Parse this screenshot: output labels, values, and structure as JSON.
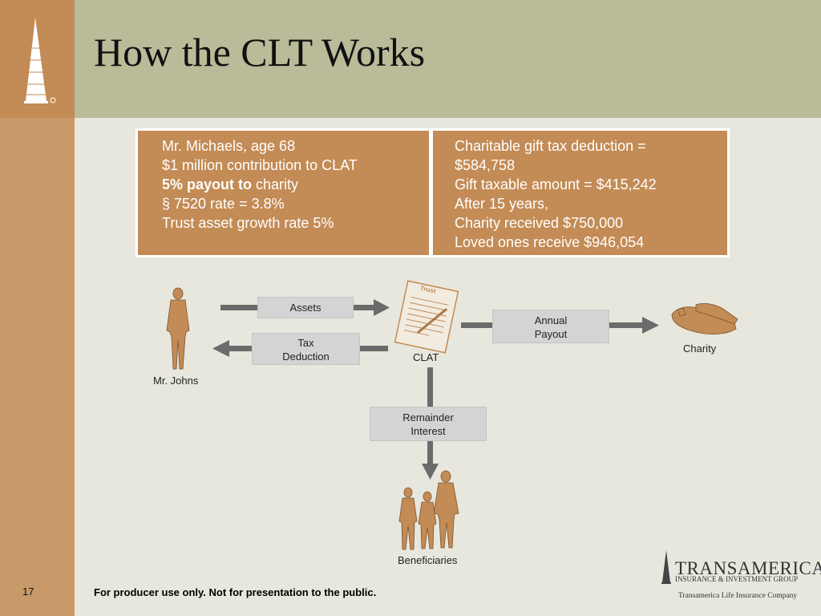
{
  "header": {
    "title": "How the CLT Works"
  },
  "info": {
    "left_lines": [
      {
        "bold": "",
        "text": "Mr. Michaels, age 68"
      },
      {
        "bold": "",
        "text": "$1 million contribution to CLAT"
      },
      {
        "bold": "5% payout to",
        "text": " charity"
      },
      {
        "bold": "",
        "text": "§  7520 rate = 3.8%"
      },
      {
        "bold": "",
        "text": "Trust asset growth rate 5%"
      }
    ],
    "right_lines": [
      "Charitable gift tax deduction =",
      "$584,758",
      "Gift taxable amount = $415,242",
      "After 15 years,",
      "Charity received $750,000",
      "Loved ones receive $946,054"
    ]
  },
  "diagram": {
    "assets_label": "Assets",
    "tax_label_1": "Tax",
    "tax_label_2": "Deduction",
    "payout_label_1": "Annual",
    "payout_label_2": "Payout",
    "remainder_label_1": "Remainder",
    "remainder_label_2": "Interest",
    "person_label": "Mr. Johns",
    "clat_label": "CLAT",
    "charity_label": "Charity",
    "beneficiaries_label": "Beneficiaries",
    "trust_doc_title": "Trust"
  },
  "footer": {
    "page_number": "17",
    "note": "For producer use only. Not for presentation to the public.",
    "brand_name": "TRANSAMERICA",
    "brand_sub": "INSURANCE & INVESTMENT GROUP",
    "brand_company": "Transamerica Life Insurance Company"
  },
  "colors": {
    "sidebar": "#c89a6a",
    "logo_box": "#c38b55",
    "header": "#b9bb99",
    "background": "#e8e7de",
    "info_box": "#c38b55",
    "arrow": "#6b6b6b",
    "figure": "#c38b55"
  }
}
